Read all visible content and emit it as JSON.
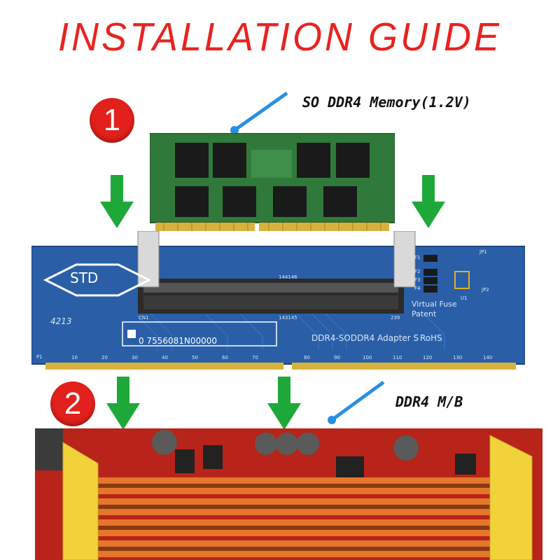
{
  "title": "INSTALLATION GUIDE",
  "steps": [
    "1",
    "2"
  ],
  "labels": {
    "memory": "SO DDR4 Memory(1.2V)",
    "motherboard": "DDR4 M/B"
  },
  "adapter": {
    "logo": "STD",
    "serial": "0 7556081N00000",
    "model": "DDR4-SODDR4 Adapter S",
    "rohs": "RoHS",
    "fuse_line1": "Virtual Fuse",
    "fuse_line2": "Patent",
    "code": "4213",
    "pin_labels": [
      "10",
      "20",
      "30",
      "40",
      "50",
      "60",
      "70",
      "80",
      "90",
      "100",
      "110",
      "120",
      "130",
      "140"
    ],
    "fuse_labels": [
      "F1",
      "F2",
      "F3",
      "F4"
    ],
    "misc_labels": [
      "144146",
      "143145",
      "CN1",
      "239",
      "U1",
      "JP1",
      "JP2",
      "P1"
    ]
  },
  "colors": {
    "title": "#e8231f",
    "step_badge": "#e2201c",
    "arrow": "#1fa83a",
    "pointer": "#2a8fe0",
    "pcb": "#2a5fa8",
    "gold": "#d8b23c",
    "ram_pcb": "#2f7a3a",
    "slot_orange": "#e4772a",
    "mb_red": "#b8231a"
  },
  "icons": [
    "down-arrow-icon",
    "pointer-dot-icon"
  ]
}
